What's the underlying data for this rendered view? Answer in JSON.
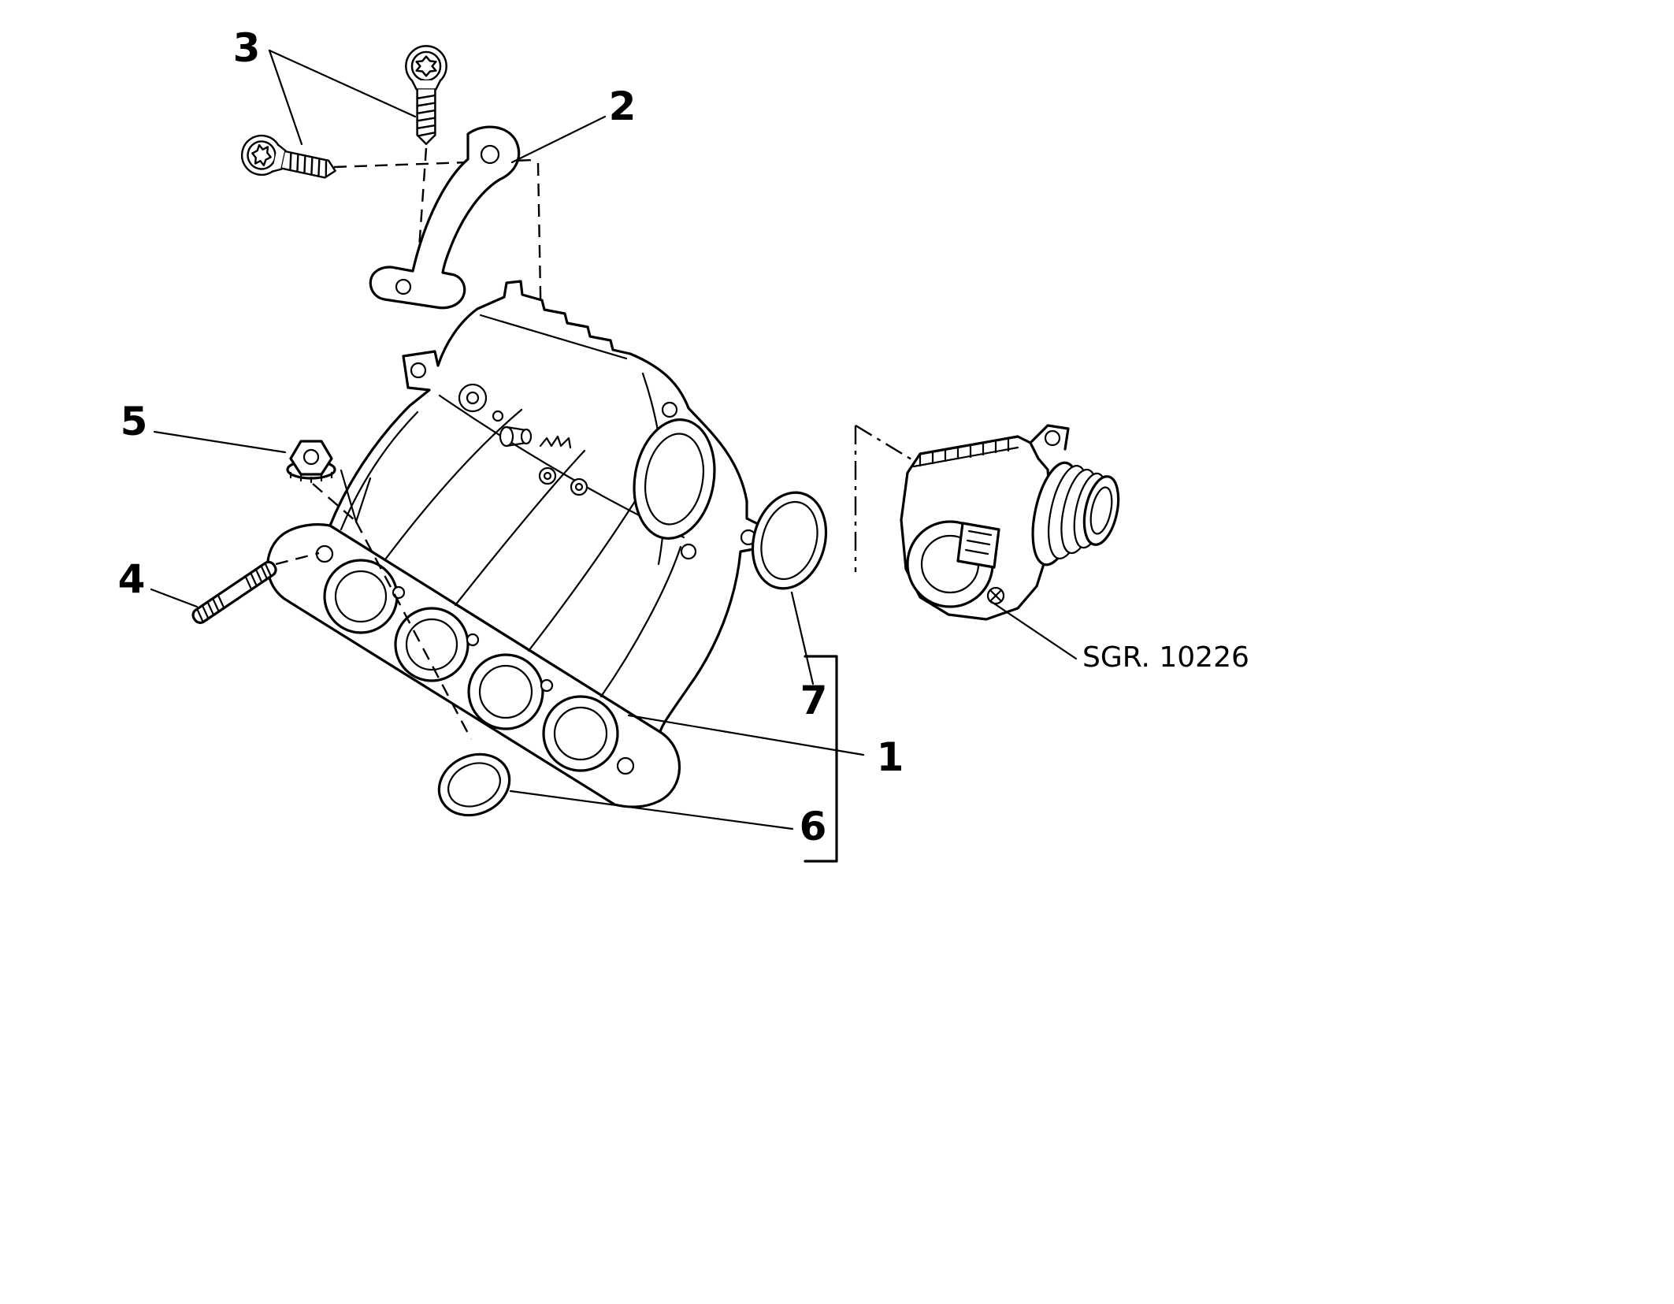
{
  "figure": {
    "background": "#ffffff",
    "line_color": "#000000"
  },
  "callouts": [
    {
      "label": "1"
    },
    {
      "label": "2"
    },
    {
      "label": "3"
    },
    {
      "label": "4"
    },
    {
      "label": "5"
    },
    {
      "label": "6"
    },
    {
      "label": "7"
    }
  ],
  "reference": {
    "label": "SGR. 10226"
  }
}
